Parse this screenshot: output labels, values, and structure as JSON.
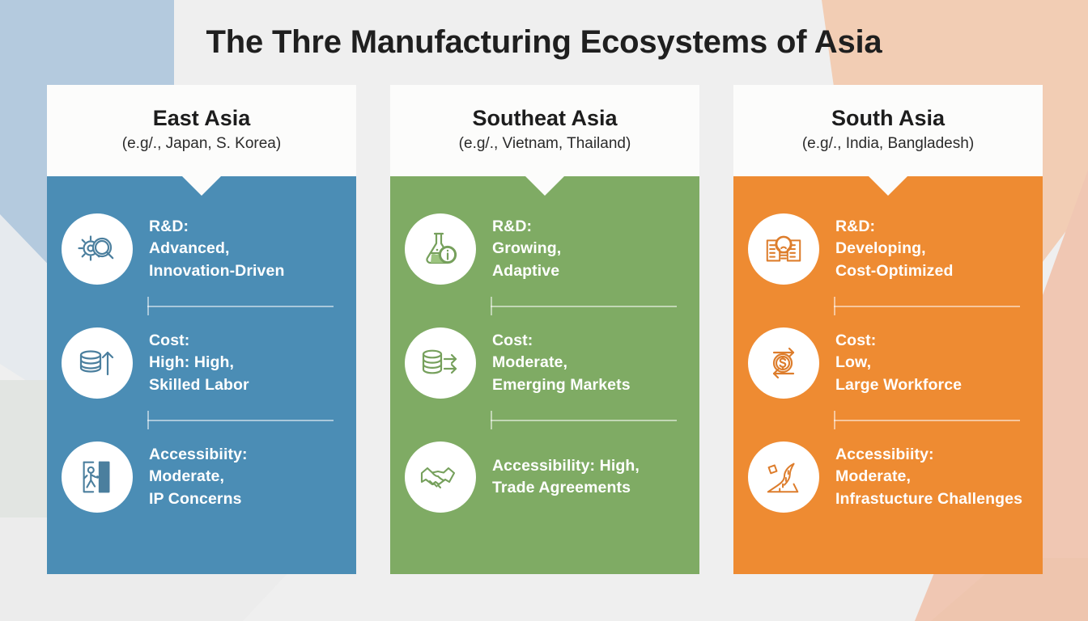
{
  "page": {
    "title": "The Thre Manufacturing Ecosystems of Asia",
    "background_color": "#efefef"
  },
  "colors": {
    "east_asia": "#4b8db5",
    "southeast_asia": "#7fab64",
    "south_asia": "#ee8b32",
    "card_header": "#fcfcfb",
    "title_text": "#1f1f1f",
    "body_text": "#ffffff",
    "bg_blue_shape": "#b4cade",
    "bg_peach_shape": "#f2cdb4",
    "bg_pink_shape": "#f0c7b3",
    "bg_gray_shape": "#e2e5e2"
  },
  "columns": [
    {
      "id": "east-asia",
      "region": "East Asia",
      "examples": "(e.g/., Japan, S. Korea)",
      "theme": "blue",
      "accent": "#4b8db5",
      "rows": [
        {
          "icon": "gear-magnifier-icon",
          "label": "R&D:",
          "text": "R&D:\nAdvanced,\nInnovation-Driven"
        },
        {
          "icon": "coin-stack-up-arrow-icon",
          "label": "Cost:",
          "text": "Cost:\nHigh: High,\nSkilled Labor"
        },
        {
          "icon": "door-exit-person-icon",
          "label": "Accessibiity:",
          "text": "Accessibiity:\nModerate,\nIP Concerns"
        }
      ]
    },
    {
      "id": "southeast-asia",
      "region": "Southeat Asia",
      "examples": "(e.g/., Vietnam, Thailand)",
      "theme": "green",
      "accent": "#7fab64",
      "rows": [
        {
          "icon": "flask-info-icon",
          "label": "R&D:",
          "text": "R&D:\nGrowing,\nAdaptive"
        },
        {
          "icon": "coin-stack-arrows-icon",
          "label": "Cost:",
          "text": "Cost:\nModerate,\nEmerging Markets"
        },
        {
          "icon": "handshake-icon",
          "label": "Accessibility:",
          "text": "Accessibility: High,\nTrade Agreements"
        }
      ]
    },
    {
      "id": "south-asia",
      "region": "South Asia",
      "examples": "(e.g/., India, Bangladesh)",
      "theme": "orange",
      "accent": "#ee8b32",
      "rows": [
        {
          "icon": "lightbulb-documents-icon",
          "label": "R&D:",
          "text": "R&D:\nDeveloping,\nCost-Optimized"
        },
        {
          "icon": "dollar-coin-cycle-icon",
          "label": "Cost:",
          "text": "Cost:\nLow,\nLarge Workforce"
        },
        {
          "icon": "winding-road-icon",
          "label": "Accessibiity:",
          "text": "Accessibiity:\nModerate,\nInfrastucture Challenges"
        }
      ]
    }
  ]
}
